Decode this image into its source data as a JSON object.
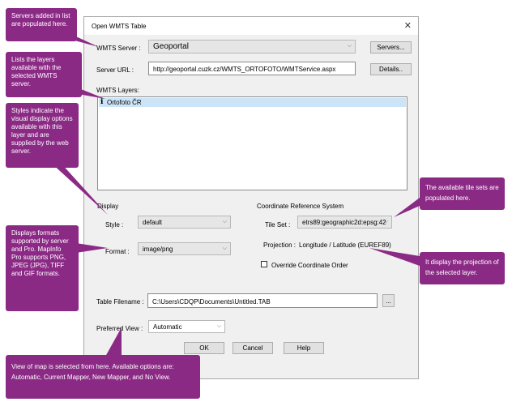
{
  "dialog": {
    "title": "Open WMTS Table",
    "wmts_server_label": "WMTS Server :",
    "wmts_server_value": "Geoportal",
    "servers_button": "Servers...",
    "server_url_label": "Server URL :",
    "server_url_value": "http://geoportal.cuzk.cz/WMTS_ORTOFOTO/WMTService.aspx",
    "details_button": "Details..",
    "layers_label": "WMTS Layers:",
    "layers": [
      {
        "icon": "i",
        "label": "Ortofoto ČR"
      }
    ],
    "display_section": "Display",
    "style_label": "Style :",
    "style_value": "default",
    "format_label": "Format :",
    "format_value": "image/png",
    "crs_section": "Coordinate Reference System",
    "tileset_label": "Tile Set :",
    "tileset_value": "etrs89:geographic2d:epsg:42",
    "projection_label": "Projection :",
    "projection_value": "Longitude / Latitude (EUREF89)",
    "override_label": "Override Coordinate Order",
    "table_filename_label": "Table Filename :",
    "table_filename_value": "C:\\Users\\CDQP\\Documents\\Untitled.TAB",
    "browse_button": "...",
    "preferred_view_label": "Preferred View :",
    "preferred_view_value": "Automatic",
    "ok_button": "OK",
    "cancel_button": "Cancel",
    "help_button": "Help"
  },
  "callouts": {
    "servers": "Servers added in list are populated here.",
    "layers": "Lists the layers available with the selected WMTS server.",
    "styles": "Styles indicate the visual display options available with this layer and are supplied by the web server.",
    "formats": "Displays formats supported by server and Pro. MapInfo Pro supports PNG, JPEG (JPG), TIFF and GIF formats.",
    "tilesets": "The available tile sets are populated here.",
    "projection": "It display the projection of the selected layer.",
    "view": "View of map is selected from here. Available options are: Automatic, Current Mapper, New Mapper, and No View."
  },
  "colors": {
    "callout": "#8b2a85",
    "selection": "#cce4f7"
  }
}
